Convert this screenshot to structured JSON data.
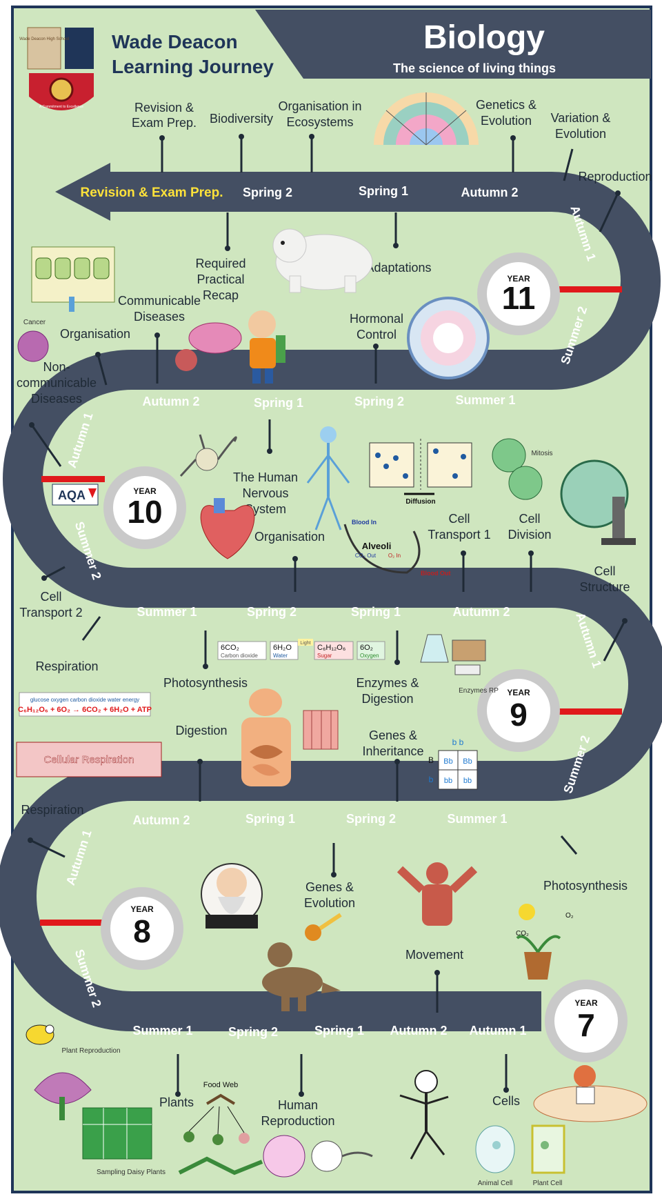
{
  "header": {
    "school_line1": "Wade Deacon",
    "school_line2": "Learning Journey",
    "subject": "Biology",
    "tagline": "The science of living things",
    "crest_text": "Wade Deacon High School",
    "crest_motto": "A Commitment to Excellence"
  },
  "colors": {
    "background": "#cfe6bf",
    "road": "#444f63",
    "frame": "#1f3558",
    "marker": "#e0191b",
    "highlight": "#ffe23a"
  },
  "years": {
    "y7": {
      "label": "YEAR",
      "number": "7"
    },
    "y8": {
      "label": "YEAR",
      "number": "8"
    },
    "y9": {
      "label": "YEAR",
      "number": "9"
    },
    "y10": {
      "label": "YEAR",
      "number": "10"
    },
    "y11": {
      "label": "YEAR",
      "number": "11"
    }
  },
  "aqa": "AQA",
  "terms": {
    "rev": "Revision & Exam Prep.",
    "y11_spring2": "Spring 2",
    "y11_spring1": "Spring 1",
    "y11_autumn2": "Autumn 2",
    "y11_autumn1": "Autumn 1",
    "y11_summer2": "Summer 2",
    "y10_summer1": "Summer 1",
    "y10_spring2": "Spring 2",
    "y10_spring1": "Spring 1",
    "y10_autumn2": "Autumn 2",
    "y10_autumn1": "Autumn 1",
    "y10_summer2": "Summer 2",
    "y9_summer1": "Summer 1",
    "y9_spring2": "Spring 2",
    "y9_spring1": "Spring 1",
    "y9_autumn2": "Autumn 2",
    "y9_autumn1": "Autumn 1",
    "y9_summer2": "Summer 2",
    "y8_autumn2": "Autumn 2",
    "y8_spring1": "Spring 1",
    "y8_spring2": "Spring 2",
    "y8_summer1": "Summer 1",
    "y8_autumn1": "Autumn 1",
    "y8_summer2": "Summer 2",
    "y7_summer1": "Summer 1",
    "y7_spring2": "Spring 2",
    "y7_spring1": "Spring 1",
    "y7_autumn2": "Autumn 2",
    "y7_autumn1": "Autumn 1"
  },
  "topics": {
    "revision_l1": "Revision &",
    "revision_l2": "Exam Prep.",
    "biodiversity": "Biodiversity",
    "org_eco_l1": "Organisation in",
    "org_eco_l2": "Ecosystems",
    "genetics_l1": "Genetics &",
    "genetics_l2": "Evolution",
    "variation_l1": "Variation &",
    "variation_l2": "Evolution",
    "reproduction": "Reproduction",
    "req_prac_l1": "Required",
    "req_prac_l2": "Practical",
    "req_prac_l3": "Recap",
    "adaptations": "Adaptations",
    "hormonal_l1": "Hormonal",
    "hormonal_l2": "Control",
    "communicable_l1": "Communicable",
    "communicable_l2": "Diseases",
    "organisation_y10": "Organisation",
    "noncomm_l1": "Non-",
    "noncomm_l2": "communicable",
    "noncomm_l3": "Diseases",
    "cancer": "Cancer",
    "nervous_l1": "The Human",
    "nervous_l2": "Nervous",
    "nervous_l3": "System",
    "organisation_y9": "Organisation",
    "cell_transport1_l1": "Cell",
    "cell_transport1_l2": "Transport  1",
    "cell_division_l1": "Cell",
    "cell_division_l2": "Division",
    "mitosis": "Mitosis",
    "cell_structure_l1": "Cell",
    "cell_structure_l2": "Structure",
    "cell_transport2_l1": "Cell",
    "cell_transport2_l2": "Transport 2",
    "diffusion": "Diffusion",
    "alveoli": "Alveoli",
    "blood_in": "Blood In",
    "blood_out": "Blood Out",
    "respiration_y9": "Respiration",
    "photosynthesis_y9": "Photosynthesis",
    "enzymes_l1": "Enzymes &",
    "enzymes_l2": "Digestion",
    "enzymes_rp": "Enzymes RP",
    "digestion": "Digestion",
    "genes_inh_l1": "Genes &",
    "genes_inh_l2": "Inheritance",
    "cellular_resp": "Cellular Respiration",
    "respiration_y8": "Respiration",
    "genes_evo_l1": "Genes &",
    "genes_evo_l2": "Evolution",
    "photosynthesis_y8": "Photosynthesis",
    "movement": "Movement",
    "plants": "Plants",
    "food_web": "Food Web",
    "human_repro_l1": "Human",
    "human_repro_l2": "Reproduction",
    "cells": "Cells",
    "plant_repro": "Plant Reproduction",
    "sampling": "Sampling Daisy Plants",
    "animal_cell": "Animal Cell",
    "plant_cell": "Plant Cell"
  },
  "equations": {
    "photo_reactant1": "6CO₂",
    "photo_reactant1_name": "Carbon dioxide",
    "photo_reactant2": "6H₂O",
    "photo_reactant2_name": "Water",
    "photo_light": "Light",
    "photo_product1": "C₆H₁₂O₆",
    "photo_product1_name": "Sugar",
    "photo_product2": "6O₂",
    "photo_product2_name": "Oxygen",
    "resp_words": "glucose   oxygen   carbon dioxide   water   energy",
    "resp_formula": "C₆H₁₂O₆ + 6O₂ → 6CO₂ + 6H₂O + ATP",
    "co2_out": "CO₂ Out",
    "o2_in": "O₂ In",
    "o2": "O₂",
    "co2": "CO₂"
  },
  "genetics_grid": {
    "top": "b b",
    "side_top": "B",
    "side_bottom": "b",
    "cells": [
      "Bb",
      "Bb",
      "bb",
      "bb"
    ]
  }
}
